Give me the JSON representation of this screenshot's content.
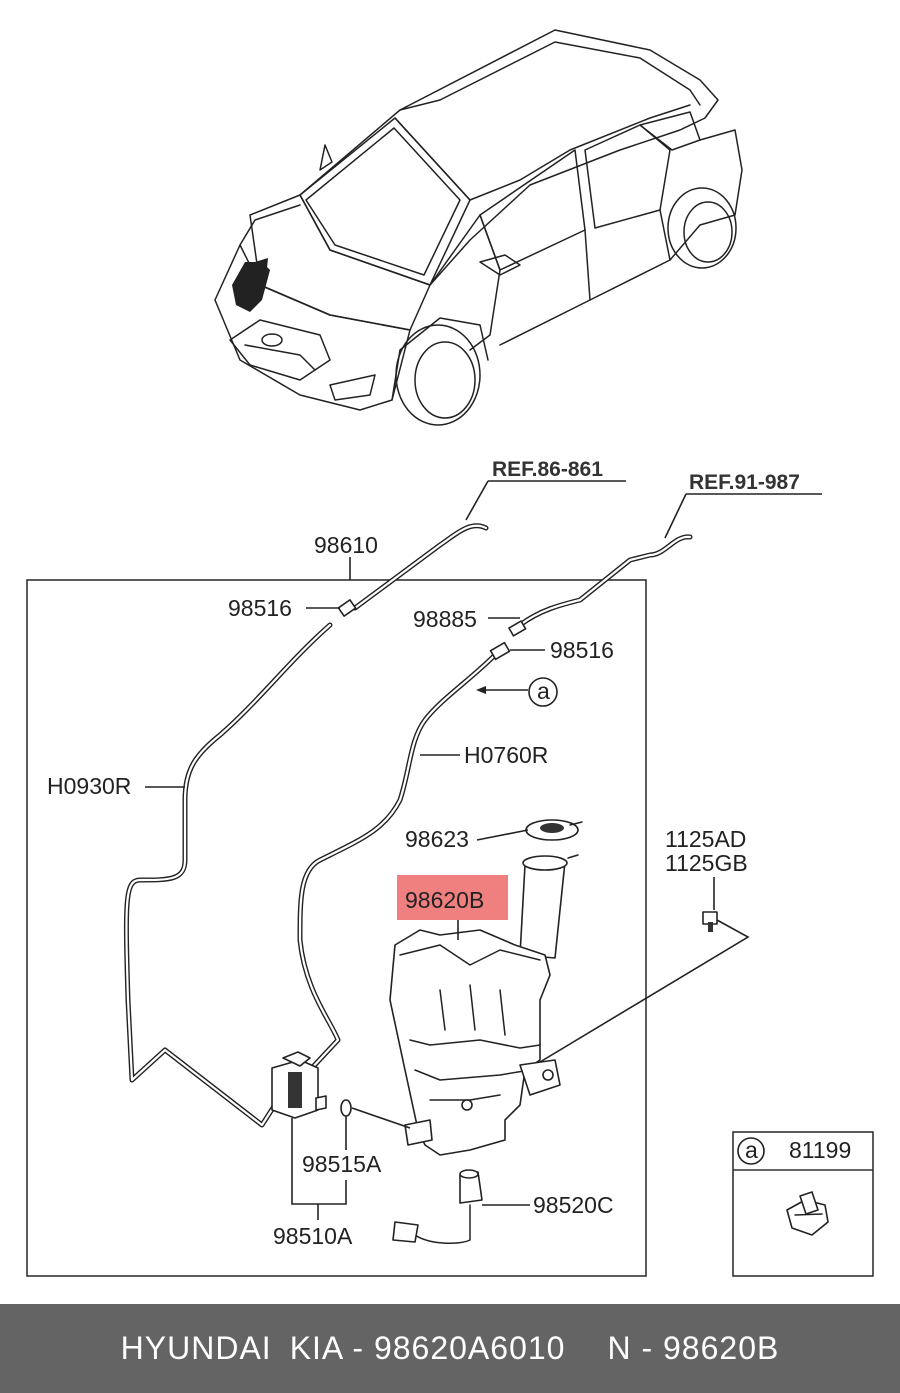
{
  "diagram": {
    "refs": [
      "REF.86-861",
      "REF.91-987"
    ],
    "labels": {
      "p98610": "98610",
      "p98516_left": "98516",
      "p98885": "98885",
      "p98516_right": "98516",
      "circle_a": "a",
      "hose_right": "H0760R",
      "hose_left": "H0930R",
      "p98623": "98623",
      "p98620B": "98620B",
      "p1125AD": "1125AD",
      "p1125GB": "1125GB",
      "p98515A": "98515A",
      "p98520C": "98520C",
      "p98510A": "98510A"
    },
    "inset": {
      "circle": "a",
      "part": "81199"
    },
    "highlight_color": "#f08080"
  },
  "footer": {
    "brand1": "HYUNDAI",
    "brand2": "KIA - 98620A6010",
    "code": "N - 98620B"
  }
}
